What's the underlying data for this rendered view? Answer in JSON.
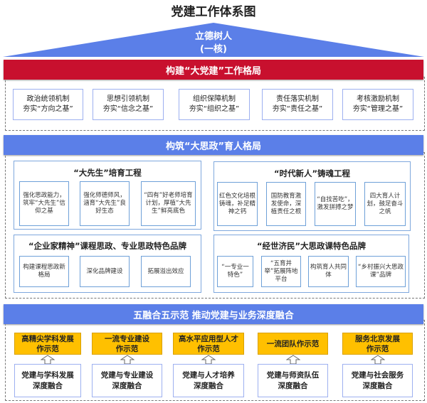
{
  "title": "党建工作体系图",
  "core": {
    "line1": "立德树人",
    "line2": "(一核)"
  },
  "section1": {
    "title": "构建“大党建”工作格局",
    "items": [
      {
        "l1": "政治统领机制",
        "l2": "夯实“方向之基”"
      },
      {
        "l1": "思想引领机制",
        "l2": "夯实“信念之基”"
      },
      {
        "l1": "组织保障机制",
        "l2": "夯实“组织之基”"
      },
      {
        "l1": "责任落实机制",
        "l2": "夯实“责任之基”"
      },
      {
        "l1": "考核激励机制",
        "l2": "夯实“管理之基”"
      }
    ]
  },
  "section2": {
    "title": "构筑“大思政”育人格局",
    "groups": [
      {
        "title": "“大先生”培育工程",
        "items": [
          "强化思政能力，筑牢“大先生”信仰之基",
          "强化师德师风，涵育“大先生”良好生态",
          "“四有”好老师培育计划，厚植“大先生”鲜亮底色"
        ]
      },
      {
        "title": "“时代新人”铸魂工程",
        "items": [
          "红色文化培根铸魂，补足精神之钙",
          "国防教育激发使命，深植责任之根",
          "“自找苦吃”，激发拼搏之梦",
          "四大育人计划，鼓足奋斗之帆"
        ]
      },
      {
        "title": "“企业家精神”课程思政、专业思政特色品牌",
        "items": [
          "构建课程思政新格局",
          "深化品牌建设",
          "拓展溢出效应"
        ]
      },
      {
        "title": "“经世济民”大思政课特色品牌",
        "items": [
          "“一专业一特色”",
          "“五育并举”拓展阵地平台",
          "构筑育人共同体",
          "“乡村振兴大思政课”品牌"
        ]
      }
    ]
  },
  "section3": {
    "title": "五融合五示范  推动党建与业务深度融合",
    "items": [
      {
        "top": [
          "高精尖学科发展",
          "作示范"
        ],
        "bottom": [
          "党建与学科发展",
          "深度融合"
        ]
      },
      {
        "top": [
          "一流专业建设",
          "作示范"
        ],
        "bottom": [
          "党建与专业建设",
          "深度融合"
        ]
      },
      {
        "top": [
          "高水平应用型人才",
          "作示范"
        ],
        "bottom": [
          "党建与人才培养",
          "深度融合"
        ]
      },
      {
        "top": [
          "一流团队作示范"
        ],
        "bottom": [
          "党建与师资队伍",
          "深度融合"
        ]
      },
      {
        "top": [
          "服务北京发展",
          "作示范"
        ],
        "bottom": [
          "党建与社会服务",
          "深度融合"
        ]
      }
    ]
  },
  "colors": {
    "red": "#c8102e",
    "blue": "#5b7fe8",
    "yellow": "#ffc000"
  }
}
